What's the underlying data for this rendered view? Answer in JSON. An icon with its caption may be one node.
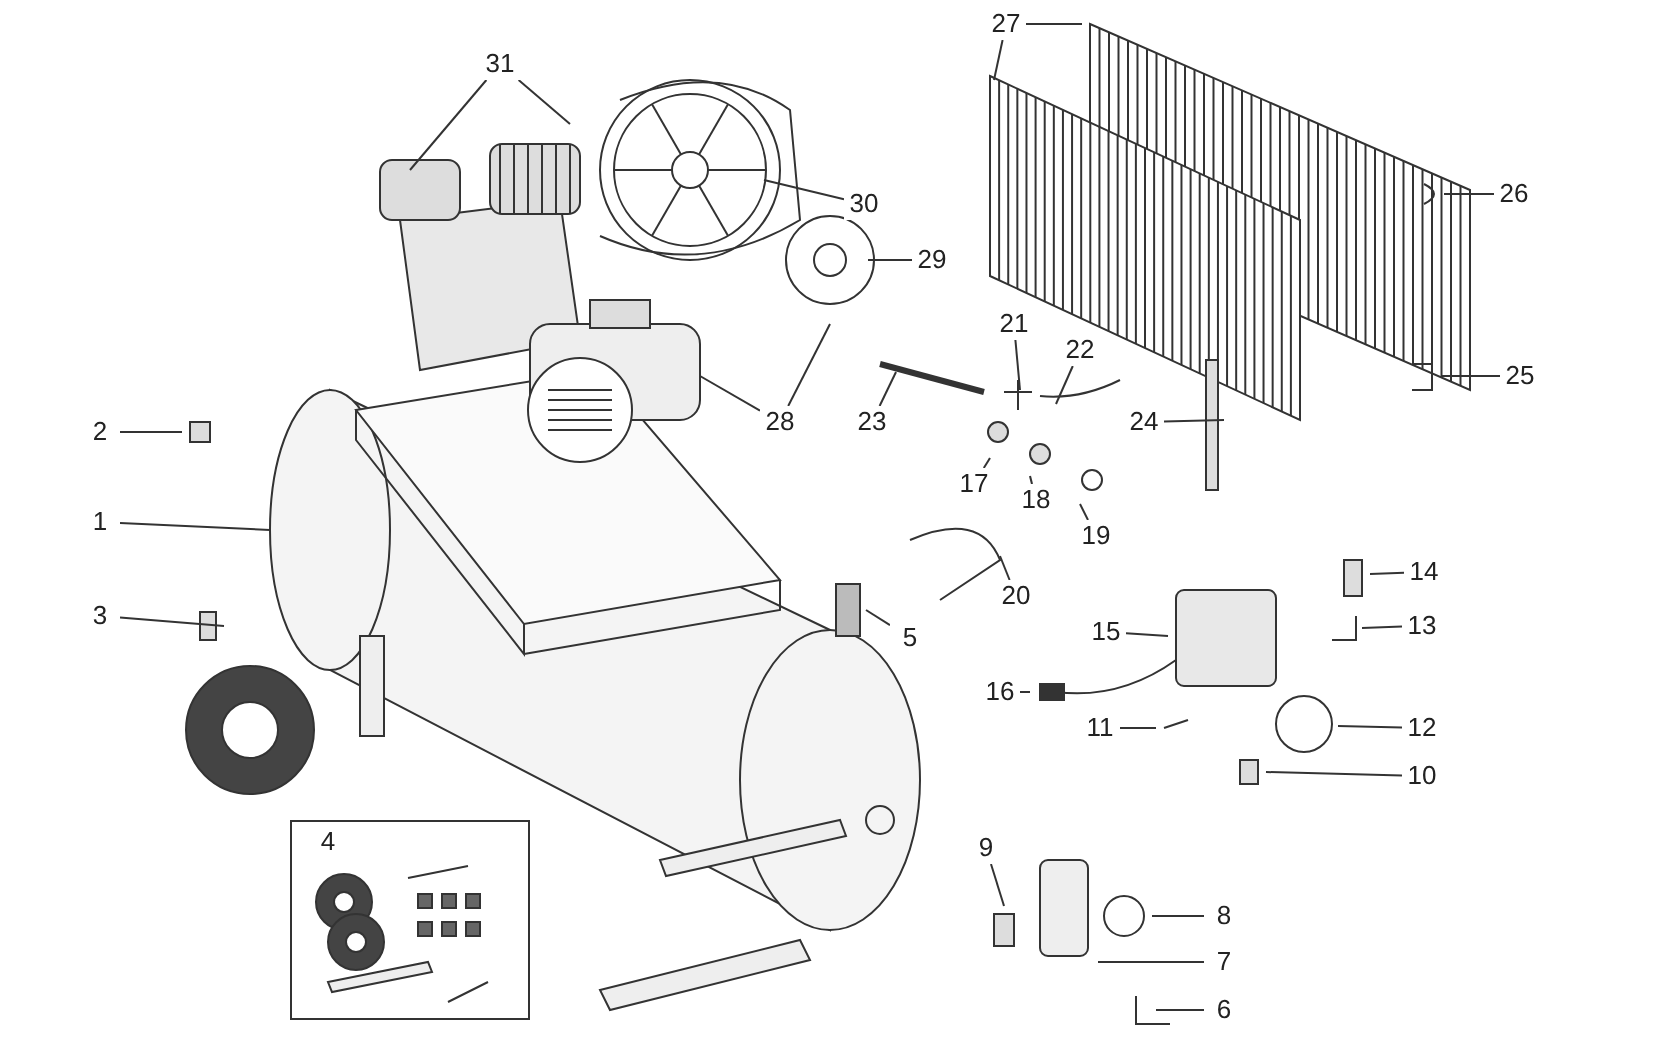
{
  "diagram": {
    "nodes": [
      {
        "text": [
          "27"
        ]
      },
      {
        "text": [
          "31"
        ]
      },
      {
        "text": [
          "26"
        ]
      },
      {
        "text": [
          "30"
        ]
      },
      {
        "text": [
          "29"
        ]
      },
      {
        "text": [
          "21"
        ]
      },
      {
        "text": [
          "22"
        ]
      },
      {
        "text": [
          "23"
        ]
      },
      {
        "text": [
          "28"
        ]
      },
      {
        "text": [
          "24"
        ]
      },
      {
        "text": [
          "2"
        ]
      },
      {
        "text": [
          "25"
        ]
      },
      {
        "text": [
          "17"
        ]
      },
      {
        "text": [
          "18"
        ]
      },
      {
        "text": [
          "19"
        ]
      },
      {
        "text": [
          "1"
        ]
      },
      {
        "text": [
          "20"
        ]
      },
      {
        "text": [
          "14"
        ]
      },
      {
        "text": [
          "3"
        ]
      },
      {
        "text": [
          "15"
        ]
      },
      {
        "text": [
          "5"
        ]
      },
      {
        "text": [
          "13"
        ]
      },
      {
        "text": [
          "16"
        ]
      },
      {
        "text": [
          "11"
        ]
      },
      {
        "text": [
          "12"
        ]
      },
      {
        "text": [
          "4"
        ]
      },
      {
        "text": [
          "10"
        ]
      },
      {
        "text": [
          "9"
        ]
      },
      {
        "text": [
          "8"
        ]
      },
      {
        "text": [
          "7"
        ]
      },
      {
        "text": [
          "6"
        ]
      }
    ],
    "edges": [
      {
        "from": 0,
        "to": null,
        "arrow": "none"
      },
      {
        "from": 0,
        "to": null,
        "arrow": "none"
      },
      {
        "from": 1,
        "to": null,
        "arrow": "none"
      },
      {
        "from": 1,
        "to": null,
        "arrow": "none"
      },
      {
        "from": 2,
        "to": null,
        "arrow": "none"
      },
      {
        "from": 3,
        "to": null,
        "arrow": "none"
      },
      {
        "from": 4,
        "to": null,
        "arrow": "none"
      },
      {
        "from": 5,
        "to": null,
        "arrow": "none"
      },
      {
        "from": 6,
        "to": null,
        "arrow": "none"
      },
      {
        "from": 7,
        "to": null,
        "arrow": "none"
      },
      {
        "from": 8,
        "to": null,
        "arrow": "none"
      },
      {
        "from": 8,
        "to": null,
        "arrow": "none"
      },
      {
        "from": 9,
        "to": null,
        "arrow": "none"
      },
      {
        "from": 10,
        "to": null,
        "arrow": "none"
      },
      {
        "from": 11,
        "to": null,
        "arrow": "none"
      },
      {
        "from": 12,
        "to": null,
        "arrow": "none"
      },
      {
        "from": 13,
        "to": null,
        "arrow": "none"
      },
      {
        "from": 14,
        "to": null,
        "arrow": "none"
      },
      {
        "from": 15,
        "to": null,
        "arrow": "none"
      },
      {
        "from": 16,
        "to": null,
        "arrow": "none"
      },
      {
        "from": 17,
        "to": null,
        "arrow": "none"
      },
      {
        "from": 18,
        "to": null,
        "arrow": "none"
      },
      {
        "from": 19,
        "to": null,
        "arrow": "none"
      },
      {
        "from": 20,
        "to": null,
        "arrow": "none"
      },
      {
        "from": 21,
        "to": null,
        "arrow": "none"
      },
      {
        "from": 22,
        "to": null,
        "arrow": "none"
      },
      {
        "from": 23,
        "to": null,
        "arrow": "none"
      },
      {
        "from": 24,
        "to": null,
        "arrow": "none"
      },
      {
        "from": 26,
        "to": null,
        "arrow": "none"
      },
      {
        "from": 27,
        "to": null,
        "arrow": "none"
      },
      {
        "from": 28,
        "to": null,
        "arrow": "none"
      },
      {
        "from": 29,
        "to": null,
        "arrow": "none"
      },
      {
        "from": 30,
        "to": null,
        "arrow": "none"
      }
    ]
  }
}
